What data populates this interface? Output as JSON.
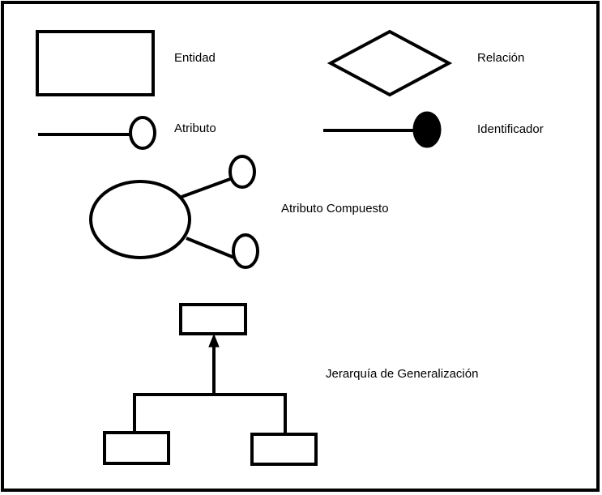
{
  "legend": {
    "entidad": "Entidad",
    "relacion": "Relación",
    "atributo": "Atributo",
    "identificador": "Identificador",
    "atributo_compuesto": "Atributo Compuesto",
    "jerarquia": "Jerarquía de Generalización"
  },
  "colors": {
    "stroke": "#000000",
    "background": "#ffffff",
    "identifier_fill": "#000000"
  },
  "icons": {
    "entidad": "rectangle-icon",
    "relacion": "diamond-icon",
    "atributo": "hollow-circle-lollipop-icon",
    "identificador": "filled-circle-lollipop-icon",
    "atributo_compuesto": "composite-attribute-icon",
    "jerarquia": "generalization-hierarchy-icon"
  }
}
